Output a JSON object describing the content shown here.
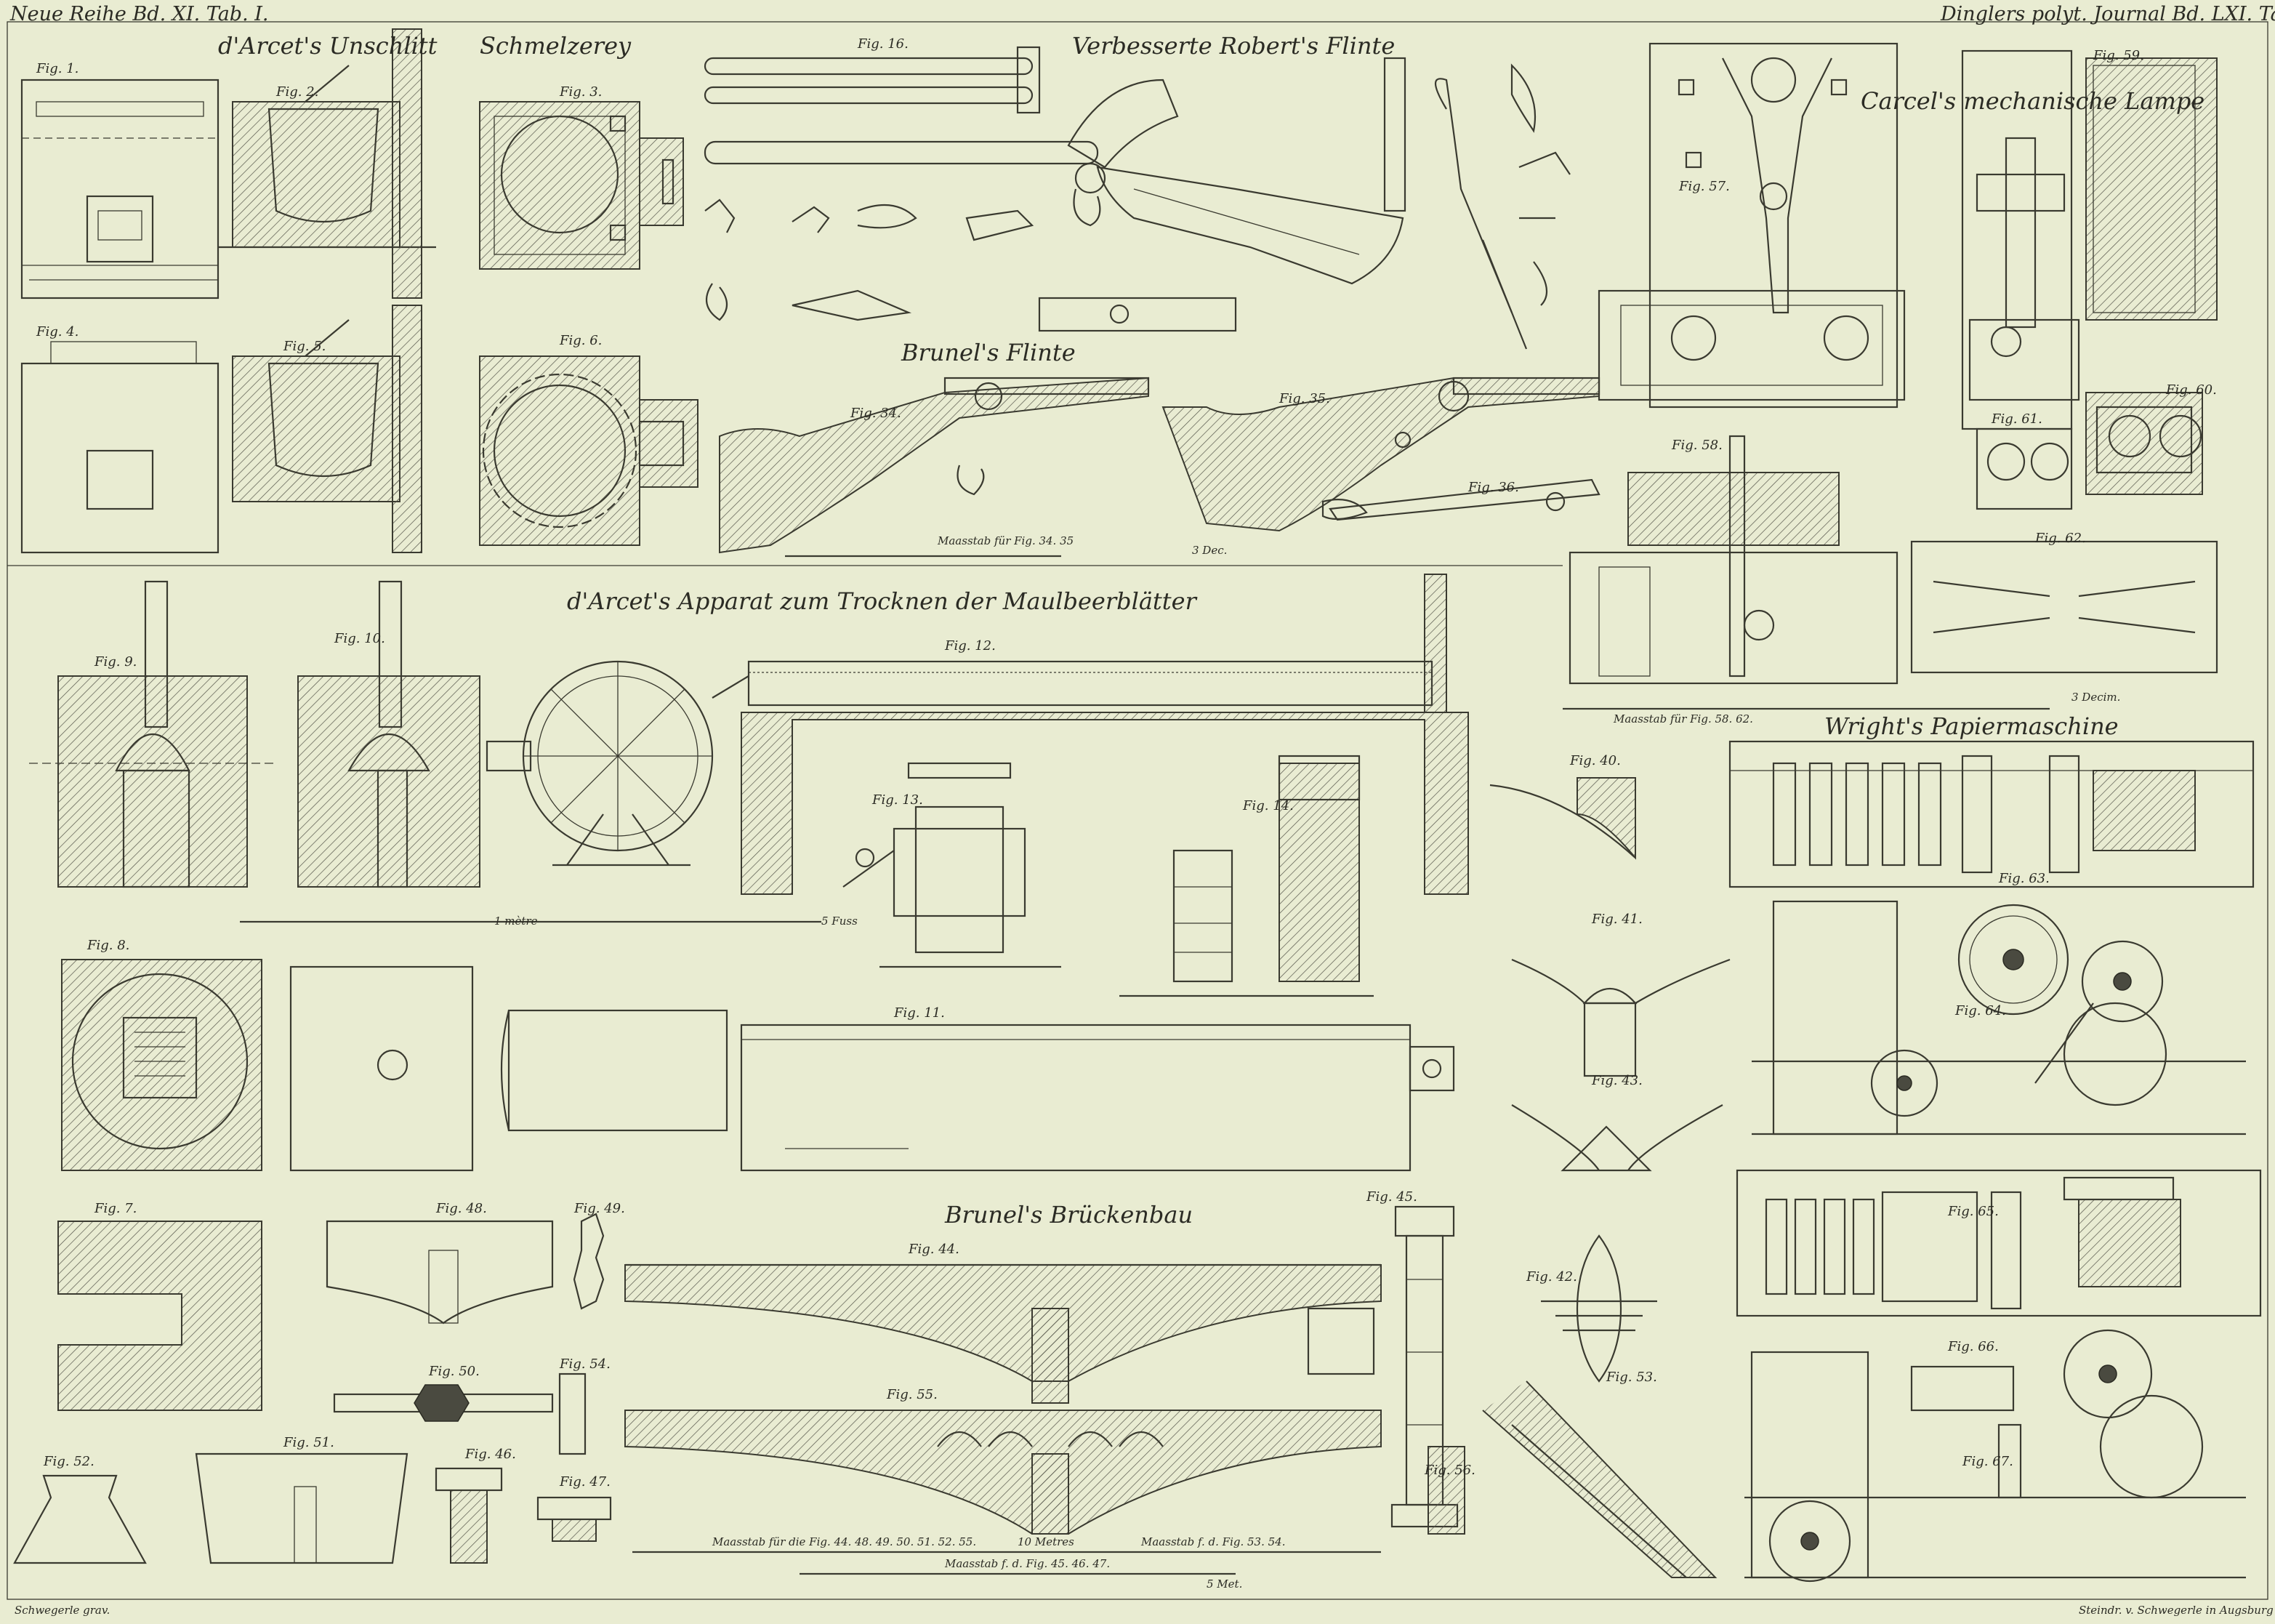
{
  "header": {
    "left": "Neue Reihe Bd. XI. Tab. I.",
    "right": "Dinglers polyt. Journal Bd. LXI. Tab. I."
  },
  "titles": {
    "unschlitt": "d'Arcet's Unschlitt",
    "schmelzerey": "Schmelzerey",
    "robert": "Verbesserte Robert's Flinte",
    "brunel_flinte": "Brunel's Flinte",
    "apparat": "d'Arcet's Apparat zum Trocknen der Maulbeerblätter",
    "carcel": "Carcel's mechanische Lampe",
    "wright": "Wright's Papiermaschine",
    "brueckenbau": "Brunel's Brückenbau"
  },
  "scales": {
    "flinte": "Maasstab für Fig. 34. 35",
    "flinte_end": "3 Dec.",
    "lampe": "Maasstab für Fig. 58. 62.",
    "lampe_end": "3 Decim.",
    "apparat_unit": "1 mètre",
    "apparat_end": "5 Fuss",
    "bruecke1": "Maasstab für die Fig. 44. 48. 49. 50. 51. 52. 55.",
    "bruecke1_b": "10 Metres",
    "bruecke2": "Maasstab f. d. Fig. 53. 54.",
    "bruecke3": "Maasstab f. d. Fig. 45. 46. 47.",
    "bruecke3_end": "5 Met."
  },
  "figures": {
    "f1": "Fig. 1.",
    "f2": "Fig. 2.",
    "f3": "Fig. 3.",
    "f4": "Fig. 4.",
    "f5": "Fig. 5.",
    "f6": "Fig. 6.",
    "f7": "Fig. 7.",
    "f8": "Fig. 8.",
    "f9": "Fig. 9.",
    "f10": "Fig. 10.",
    "f11": "Fig. 11.",
    "f12": "Fig. 12.",
    "f13": "Fig. 13.",
    "f14": "Fig. 14.",
    "f16": "Fig. 16.",
    "f34": "Fig. 34.",
    "f35": "Fig. 35.",
    "f36": "Fig. 36.",
    "f40": "Fig. 40.",
    "f41": "Fig. 41.",
    "f42": "Fig. 42.",
    "f43": "Fig. 43.",
    "f44": "Fig. 44.",
    "f45": "Fig. 45.",
    "f46": "Fig. 46.",
    "f47": "Fig. 47.",
    "f48": "Fig. 48.",
    "f49": "Fig. 49.",
    "f50": "Fig. 50.",
    "f51": "Fig. 51.",
    "f52": "Fig. 52.",
    "f53": "Fig. 53.",
    "f54": "Fig. 54.",
    "f55": "Fig. 55.",
    "f56": "Fig. 56.",
    "f57": "Fig. 57.",
    "f58": "Fig. 58.",
    "f59": "Fig. 59.",
    "f60": "Fig. 60.",
    "f61": "Fig. 61.",
    "f62": "Fig. 62.",
    "f63": "Fig. 63.",
    "f64": "Fig. 64.",
    "f65": "Fig. 65.",
    "f66": "Fig. 66.",
    "f67": "Fig. 67."
  },
  "footer": {
    "left": "Schwegerle grav.",
    "right": "Steindr. v. Schwegerle in Augsburg"
  }
}
